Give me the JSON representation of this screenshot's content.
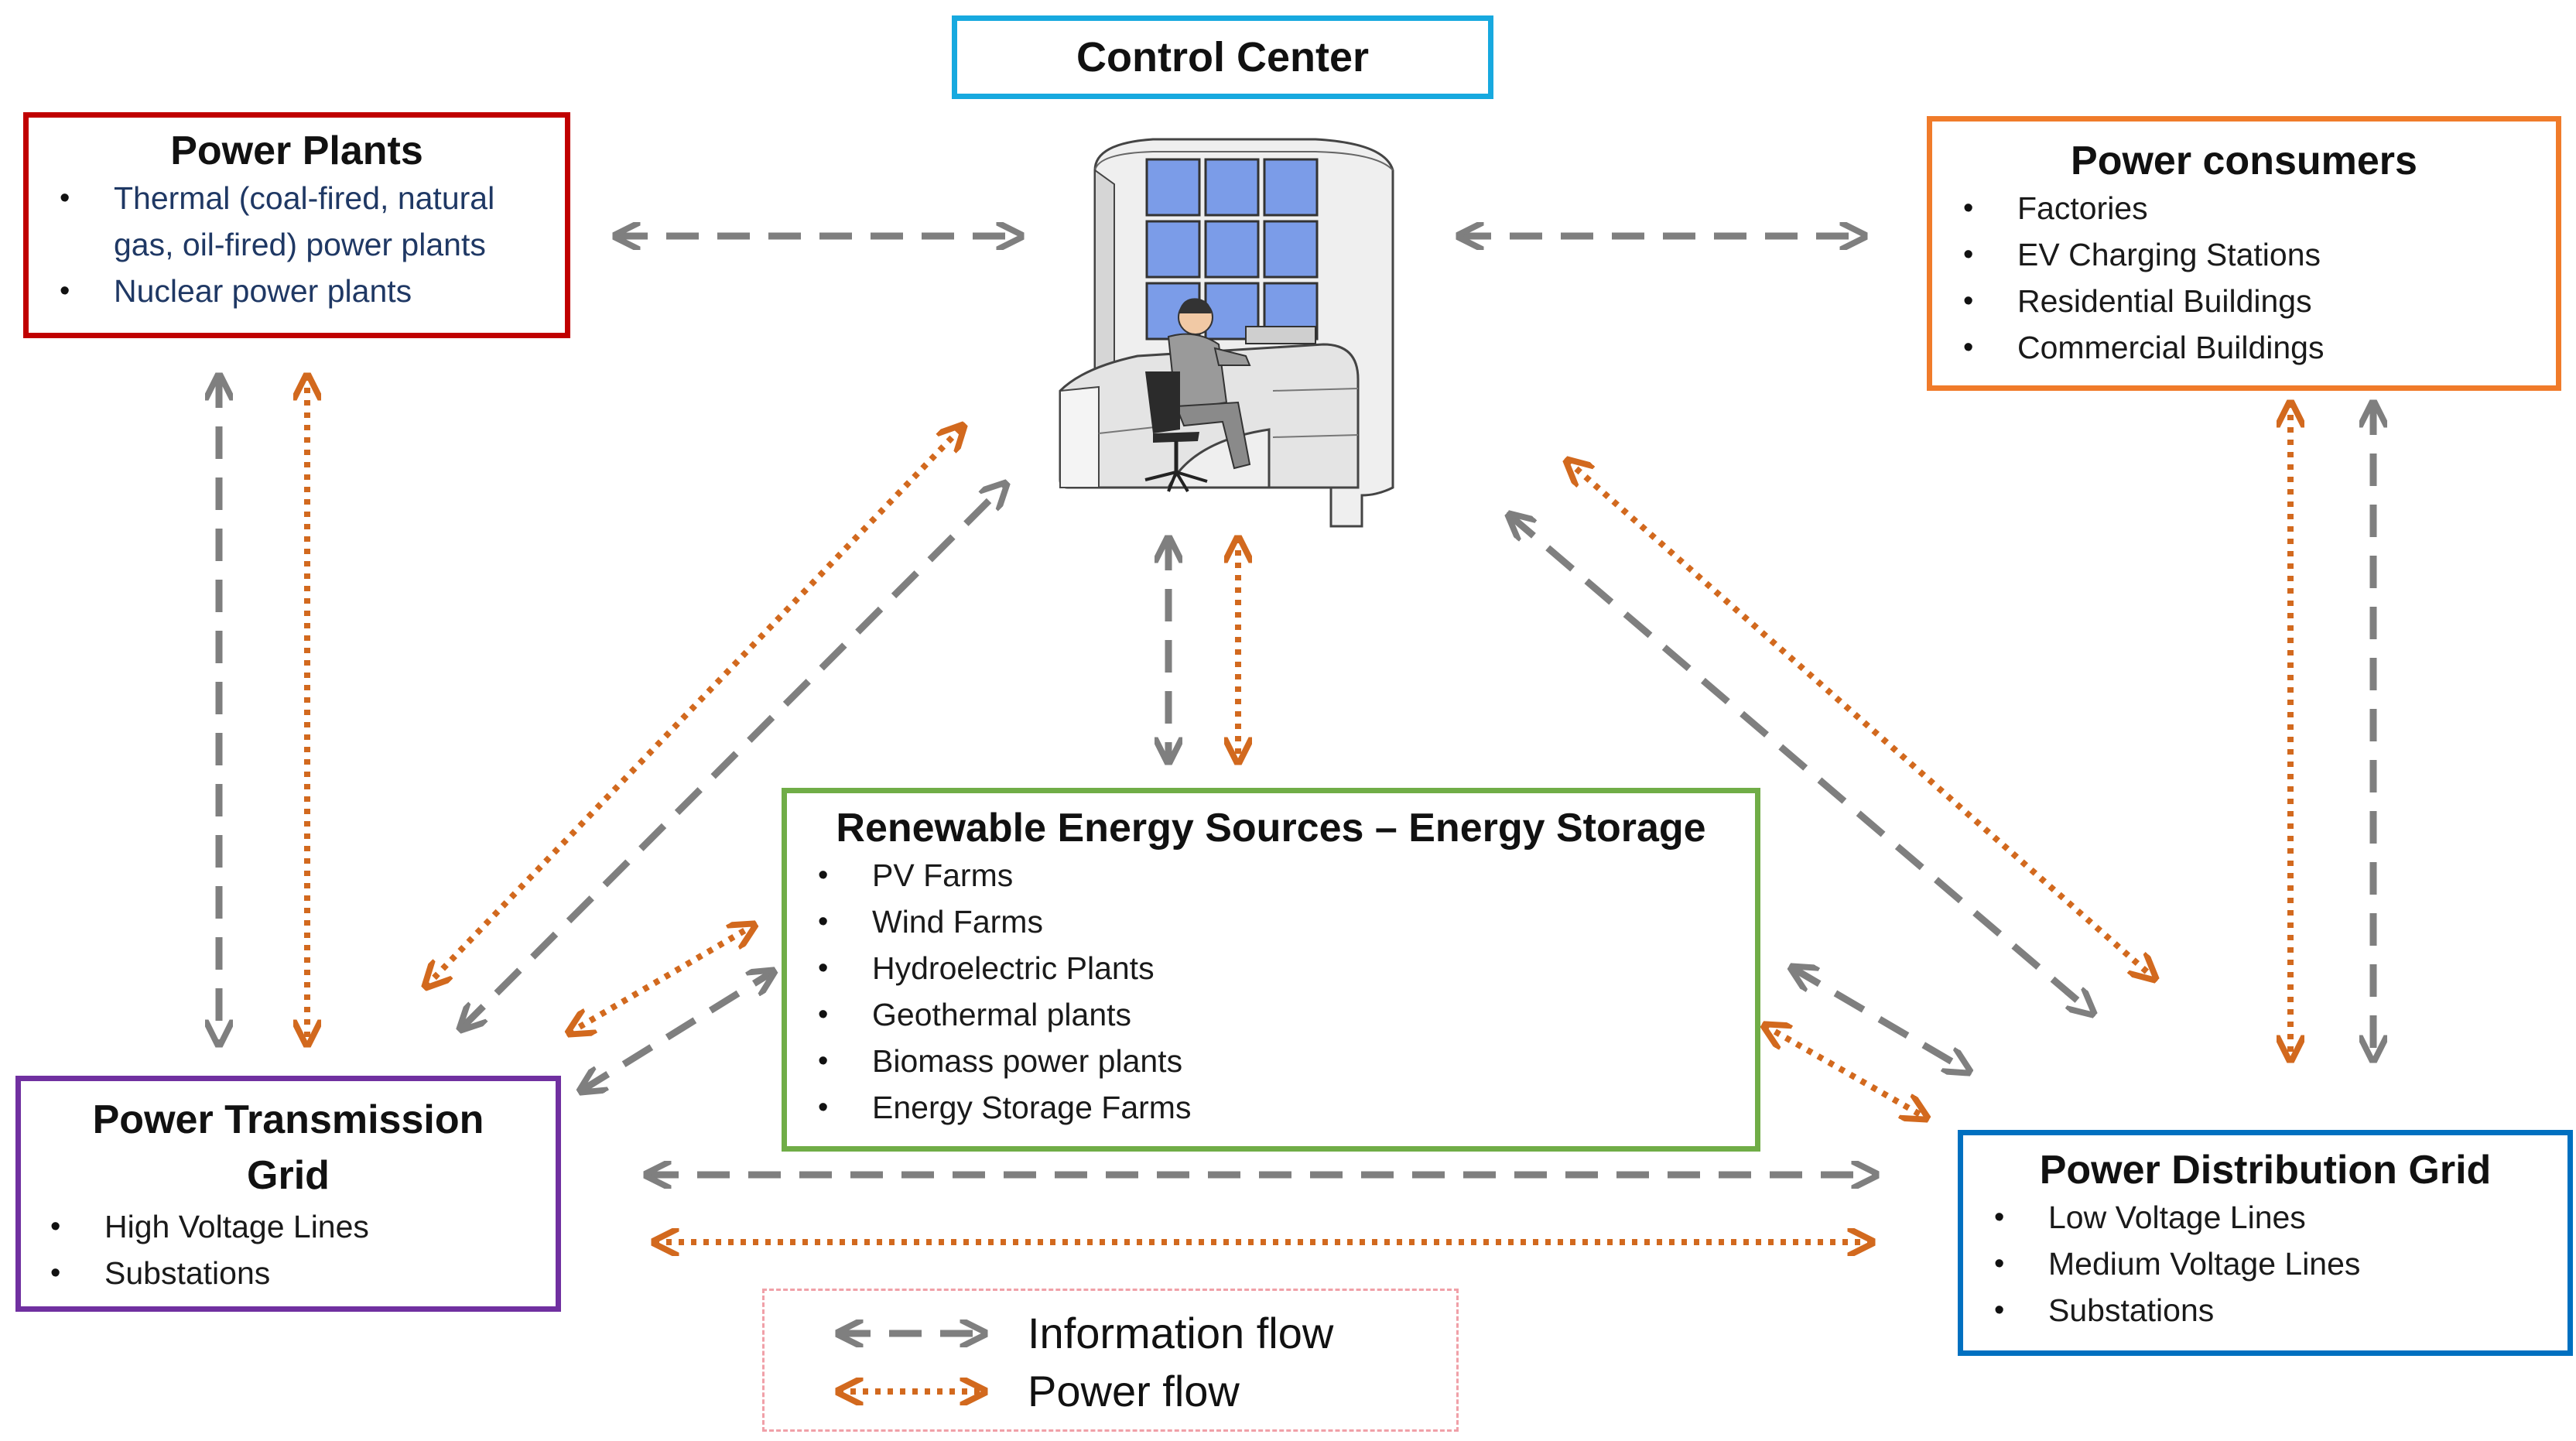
{
  "control_center": {
    "title": "Control Center"
  },
  "power_plants": {
    "title": "Power Plants",
    "items": [
      "Thermal (coal-fired, natural",
      "gas, oil-fired) power plants",
      "Nuclear power plants"
    ]
  },
  "power_consumers": {
    "title": "Power consumers",
    "items": [
      "Factories",
      "EV Charging Stations",
      "Residential Buildings",
      "Commercial Buildings"
    ]
  },
  "renewables": {
    "title": "Renewable Energy Sources – Energy Storage",
    "items": [
      "PV Farms",
      "Wind Farms",
      "Hydroelectric Plants",
      "Geothermal plants",
      "Biomass power plants",
      "Energy Storage Farms"
    ]
  },
  "transmission": {
    "title_line1": "Power Transmission",
    "title_line2": "Grid",
    "items": [
      "High Voltage Lines",
      "Substations"
    ]
  },
  "distribution": {
    "title": "Power Distribution Grid",
    "items": [
      "Low Voltage Lines",
      "Medium Voltage Lines",
      "Substations"
    ]
  },
  "legend": {
    "information": "Information flow",
    "power": "Power flow"
  },
  "colors": {
    "information": "#7f7f7f",
    "power": "#d2691e",
    "power_plants_border": "#c00000",
    "consumers_border": "#f07b2a",
    "renewables_border": "#70ad47",
    "transmission_border": "#7030a0",
    "distribution_border": "#0070c0",
    "control_border": "#17a9df"
  }
}
